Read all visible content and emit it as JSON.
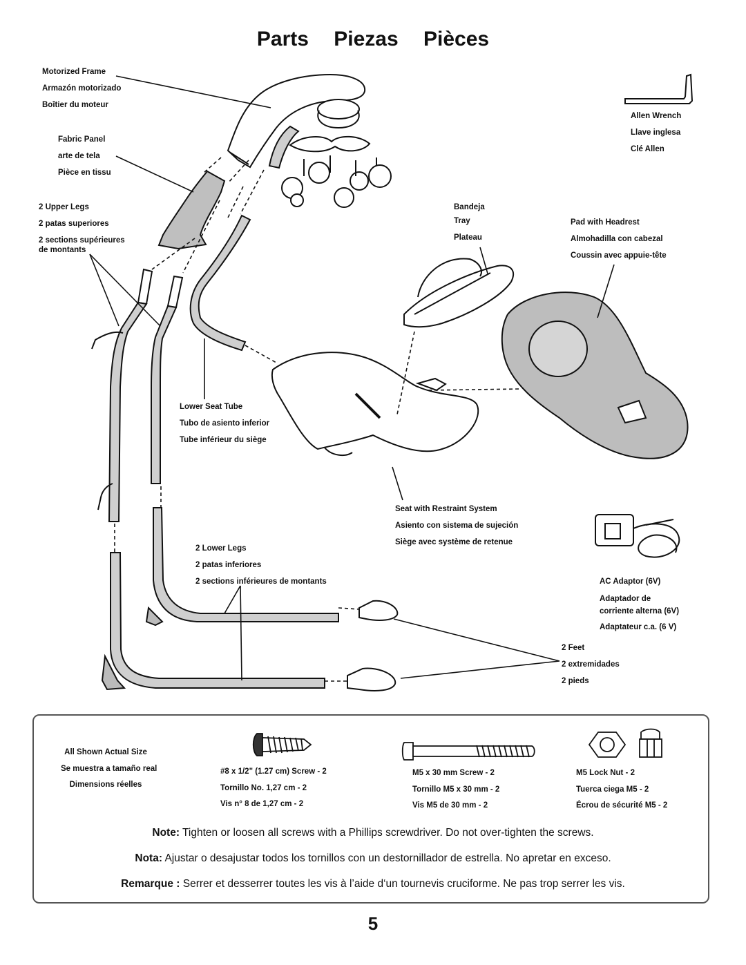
{
  "title": "Parts     Piezas     Pièces",
  "labels": {
    "motorized_frame": [
      "Motorized Frame",
      "Armazón motorizado",
      "Boîtier du moteur"
    ],
    "fabric_panel": [
      "Fabric Panel",
      "arte de tela",
      "Pièce en tissu"
    ],
    "upper_legs": [
      "2 Upper Legs",
      "2 patas superiores",
      "2 sections supérieures",
      "de montants"
    ],
    "lower_seat_tube": [
      "Lower Seat Tube",
      "Tubo de asiento inferior",
      "Tube inférieur du siège"
    ],
    "lower_legs": [
      "2 Lower Legs",
      "2 patas inferiores",
      "2 sections inférieures de montants"
    ],
    "allen_wrench": [
      "Allen Wrench",
      "Llave inglesa",
      "Clé Allen"
    ],
    "tray": [
      "Bandeja",
      "Tray",
      "Plateau"
    ],
    "pad_headrest": [
      "Pad with Headrest",
      "Almohadilla con cabezal",
      "Coussin avec appuie-tête"
    ],
    "seat": [
      "Seat with Restraint System",
      "Asiento con sistema de sujeción",
      "Siège avec système de retenue"
    ],
    "ac_adaptor": [
      "AC Adaptor (6V)",
      "Adaptador de",
      "corriente alterna (6V)",
      "Adaptateur c.a. (6 V)"
    ],
    "feet": [
      "2 Feet",
      "2 extremidades",
      "2 pieds"
    ]
  },
  "hardware": {
    "actual_size": [
      "All Shown Actual Size",
      "Se muestra a tamaño real",
      "Dimensions réelles"
    ],
    "screw_small": [
      "#8 x 1/2\" (1.27 cm) Screw - 2",
      "Tornillo No. 1,27 cm - 2",
      "Vis n° 8 de 1,27 cm - 2"
    ],
    "screw_m5": [
      "M5 x 30 mm Screw - 2",
      "Tornillo M5 x 30 mm - 2",
      "Vis M5 de 30 mm - 2"
    ],
    "lock_nut": [
      "M5 Lock Nut - 2",
      "Tuerca ciega M5 - 2",
      "Écrou de sécurité M5 - 2"
    ]
  },
  "notes": {
    "en_label": "Note:",
    "en_text": "Tighten or loosen all screws with a Phillips screwdriver. Do not over-tighten the screws.",
    "es_label": "Nota:",
    "es_text": "Ajustar o desajustar todos los tornillos con un destornillador de estrella. No apretar en exceso.",
    "fr_label": "Remarque :",
    "fr_text": "Serrer et desserrer toutes les vis à l’aide d‘un tournevis cruciforme. Ne pas trop serrer les vis."
  },
  "page_number": "5"
}
